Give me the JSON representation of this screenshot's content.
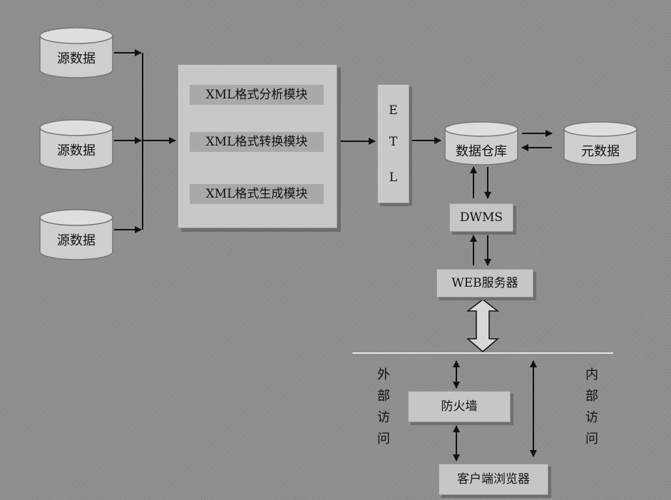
{
  "source_label": "源数据",
  "modules": [
    "XML格式分析模块",
    "XML格式转换模块",
    "XML格式生成模块"
  ],
  "etl_letters": [
    "E",
    "T",
    "L"
  ],
  "data_warehouse": "数据仓库",
  "metadata": "元数据",
  "dwms": "DWMS",
  "web_server": "WEB服务器",
  "firewall": "防火墙",
  "client_browser": "客户端浏览器",
  "external_access": [
    "外",
    "部",
    "访",
    "问"
  ],
  "internal_access": [
    "内",
    "部",
    "访",
    "问"
  ]
}
